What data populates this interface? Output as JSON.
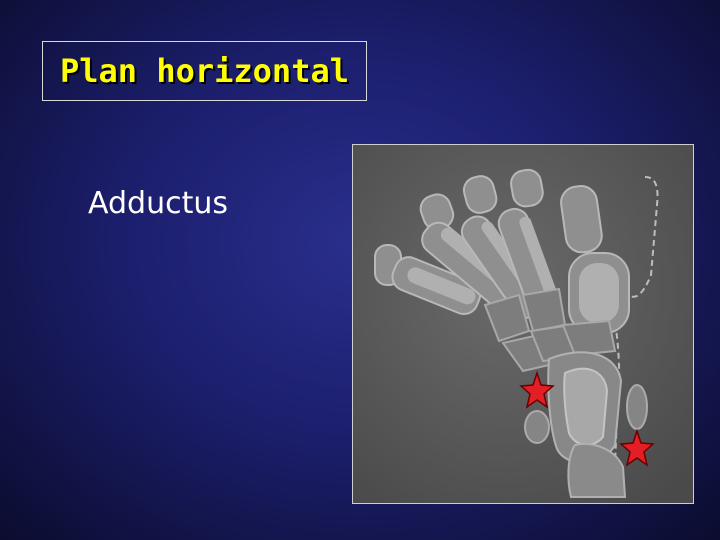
{
  "slide": {
    "title": "Plan horizontal",
    "subtitle": "Adductus"
  },
  "figure": {
    "description_icon": "foot-xray-diagram",
    "marker_icon": "red-star-icon",
    "marker_color": "#e31e24",
    "title_color": "#ffff00",
    "background_color": "#1c1f6e"
  }
}
